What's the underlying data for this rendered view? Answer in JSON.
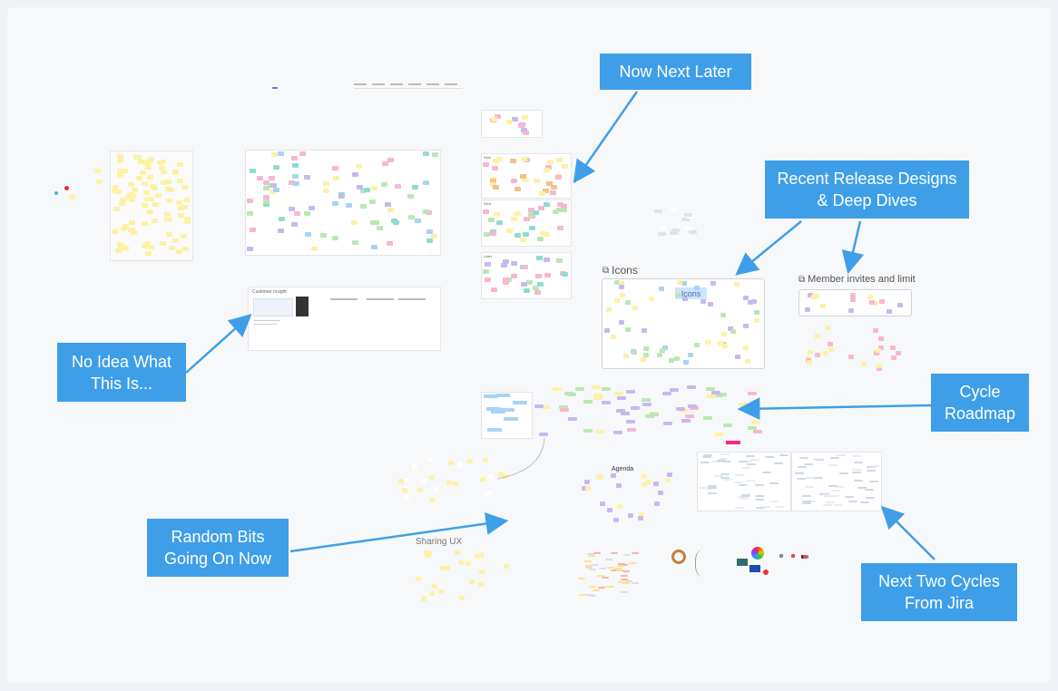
{
  "canvas": {
    "callouts": {
      "now_next_later": "Now Next Later",
      "recent_release": "Recent Release Designs & Deep Dives",
      "no_idea": "No Idea What This Is...",
      "cycle_roadmap": "Cycle Roadmap",
      "random_bits": "Random Bits Going On Now",
      "next_two_cycles": "Next Two Cycles From Jira"
    },
    "frames": {
      "icons_title": "Icons",
      "icons_tag": "Icons",
      "member_invites_title": "Member invites and limit",
      "sharing_ux_title": "Sharing UX",
      "agenda_label": "Agenda",
      "customer_insight_title": "Customer Insight",
      "now_label": "Now",
      "next_label": "Next",
      "later_label": "Later"
    },
    "colors": {
      "callout": "#3e9fe8",
      "sticky_yellow": "#fdf1a6",
      "sticky_pink": "#f8b6cf",
      "sticky_purple": "#c8b8f0",
      "sticky_green": "#b9e8b3",
      "sticky_blue": "#a9d3f5",
      "sticky_teal": "#8fdcd1",
      "sticky_orange": "#f6c08a"
    }
  }
}
